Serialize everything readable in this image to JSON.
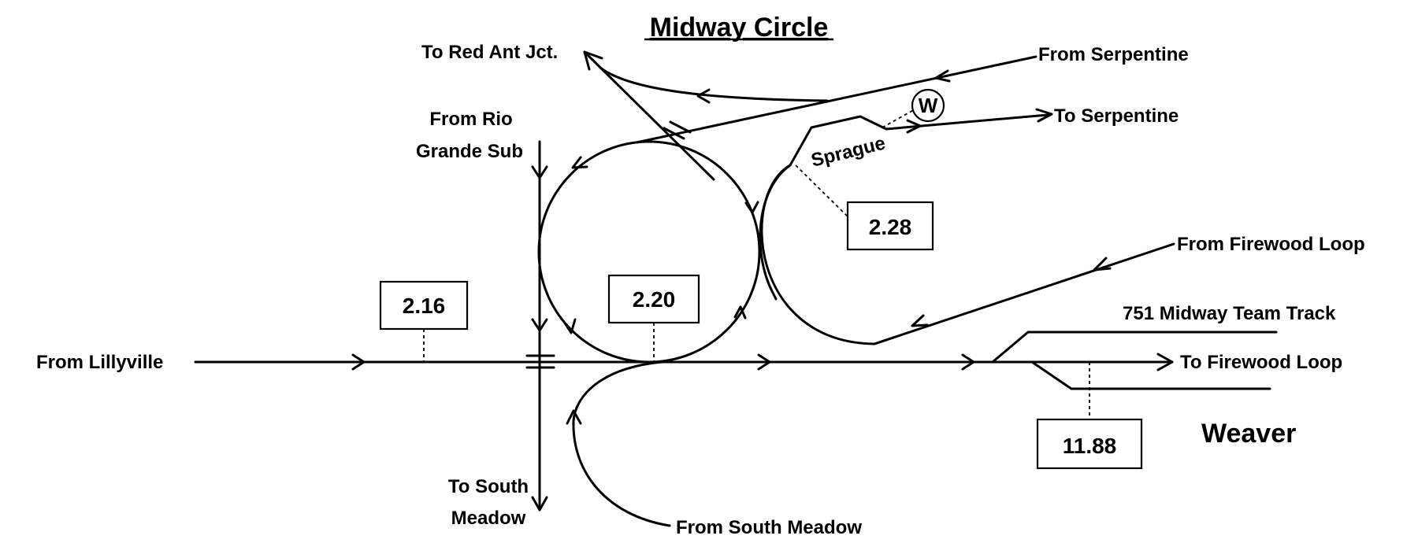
{
  "title": "Midway Circle",
  "labels": {
    "to_red_ant": "To Red Ant Jct.",
    "from_serpentine": "From Serpentine",
    "to_serpentine": "To Serpentine",
    "from_rio_1": "From Rio",
    "from_rio_2": "Grande Sub",
    "sprague": "Sprague",
    "from_firewood": "From Firewood Loop",
    "team_track": "751 Midway Team Track",
    "from_lillyville": "From Lillyville",
    "to_firewood": "To Firewood Loop",
    "weaver": "Weaver",
    "to_south_1": "To South",
    "to_south_2": "Meadow",
    "from_south_meadow": "From South Meadow"
  },
  "mileposts": [
    {
      "id": "mp-216",
      "value": "2.16"
    },
    {
      "id": "mp-220",
      "value": "2.20"
    },
    {
      "id": "mp-228",
      "value": "2.28"
    },
    {
      "id": "mp-1188",
      "value": "11.88"
    }
  ],
  "water_tower": {
    "symbol": "W",
    "icon": "water-tower-icon"
  }
}
